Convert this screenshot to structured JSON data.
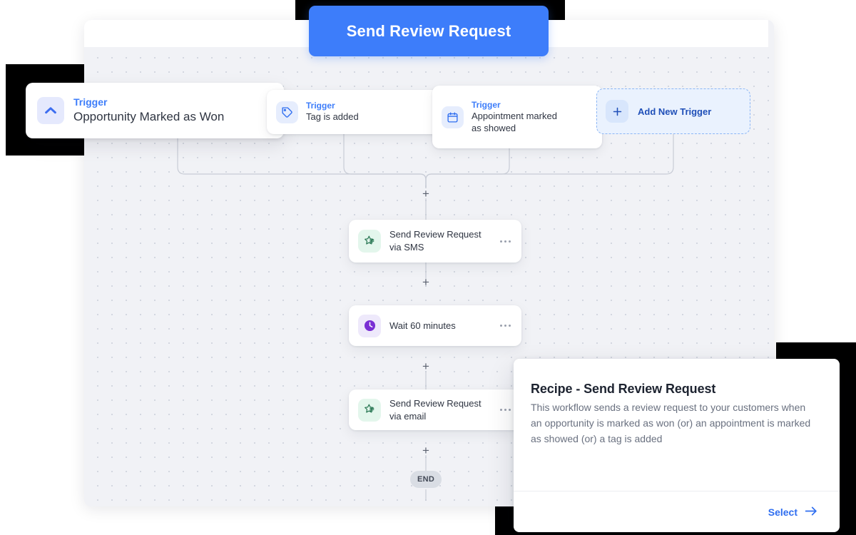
{
  "cta": {
    "label": "Send Review Request"
  },
  "canvas": {
    "triggers": [
      {
        "kicker": "Trigger",
        "title": "Opportunity Marked as Won",
        "icon": "chevron-up-icon"
      },
      {
        "kicker": "Trigger",
        "title": "Tag is added",
        "icon": "tag-icon"
      },
      {
        "kicker": "Trigger",
        "title": "Appointment marked as showed",
        "icon": "calendar-icon"
      }
    ],
    "add_trigger": {
      "label": "Add New Trigger",
      "icon": "plus-icon"
    },
    "actions": [
      {
        "label": "Send Review Request via SMS",
        "icon": "review-star-icon"
      },
      {
        "label": "Wait 60 minutes",
        "icon": "clock-icon"
      },
      {
        "label": "Send Review Request via email",
        "icon": "review-star-icon"
      }
    ],
    "end_label": "END",
    "plus_glyph": "+"
  },
  "recipe": {
    "title": "Recipe - Send Review Request",
    "description": "This workflow sends a review request to your customers when an opportunity is marked as won (or) an appointment is marked as showed (or) a tag is added",
    "select_label": "Select"
  },
  "colors": {
    "accent_blue": "#3d7dfa",
    "link_blue": "#2f6ef0",
    "canvas_bg": "#f1f2f6",
    "green_tile": "#e3f6ec",
    "purple_tile": "#eee9fb"
  }
}
